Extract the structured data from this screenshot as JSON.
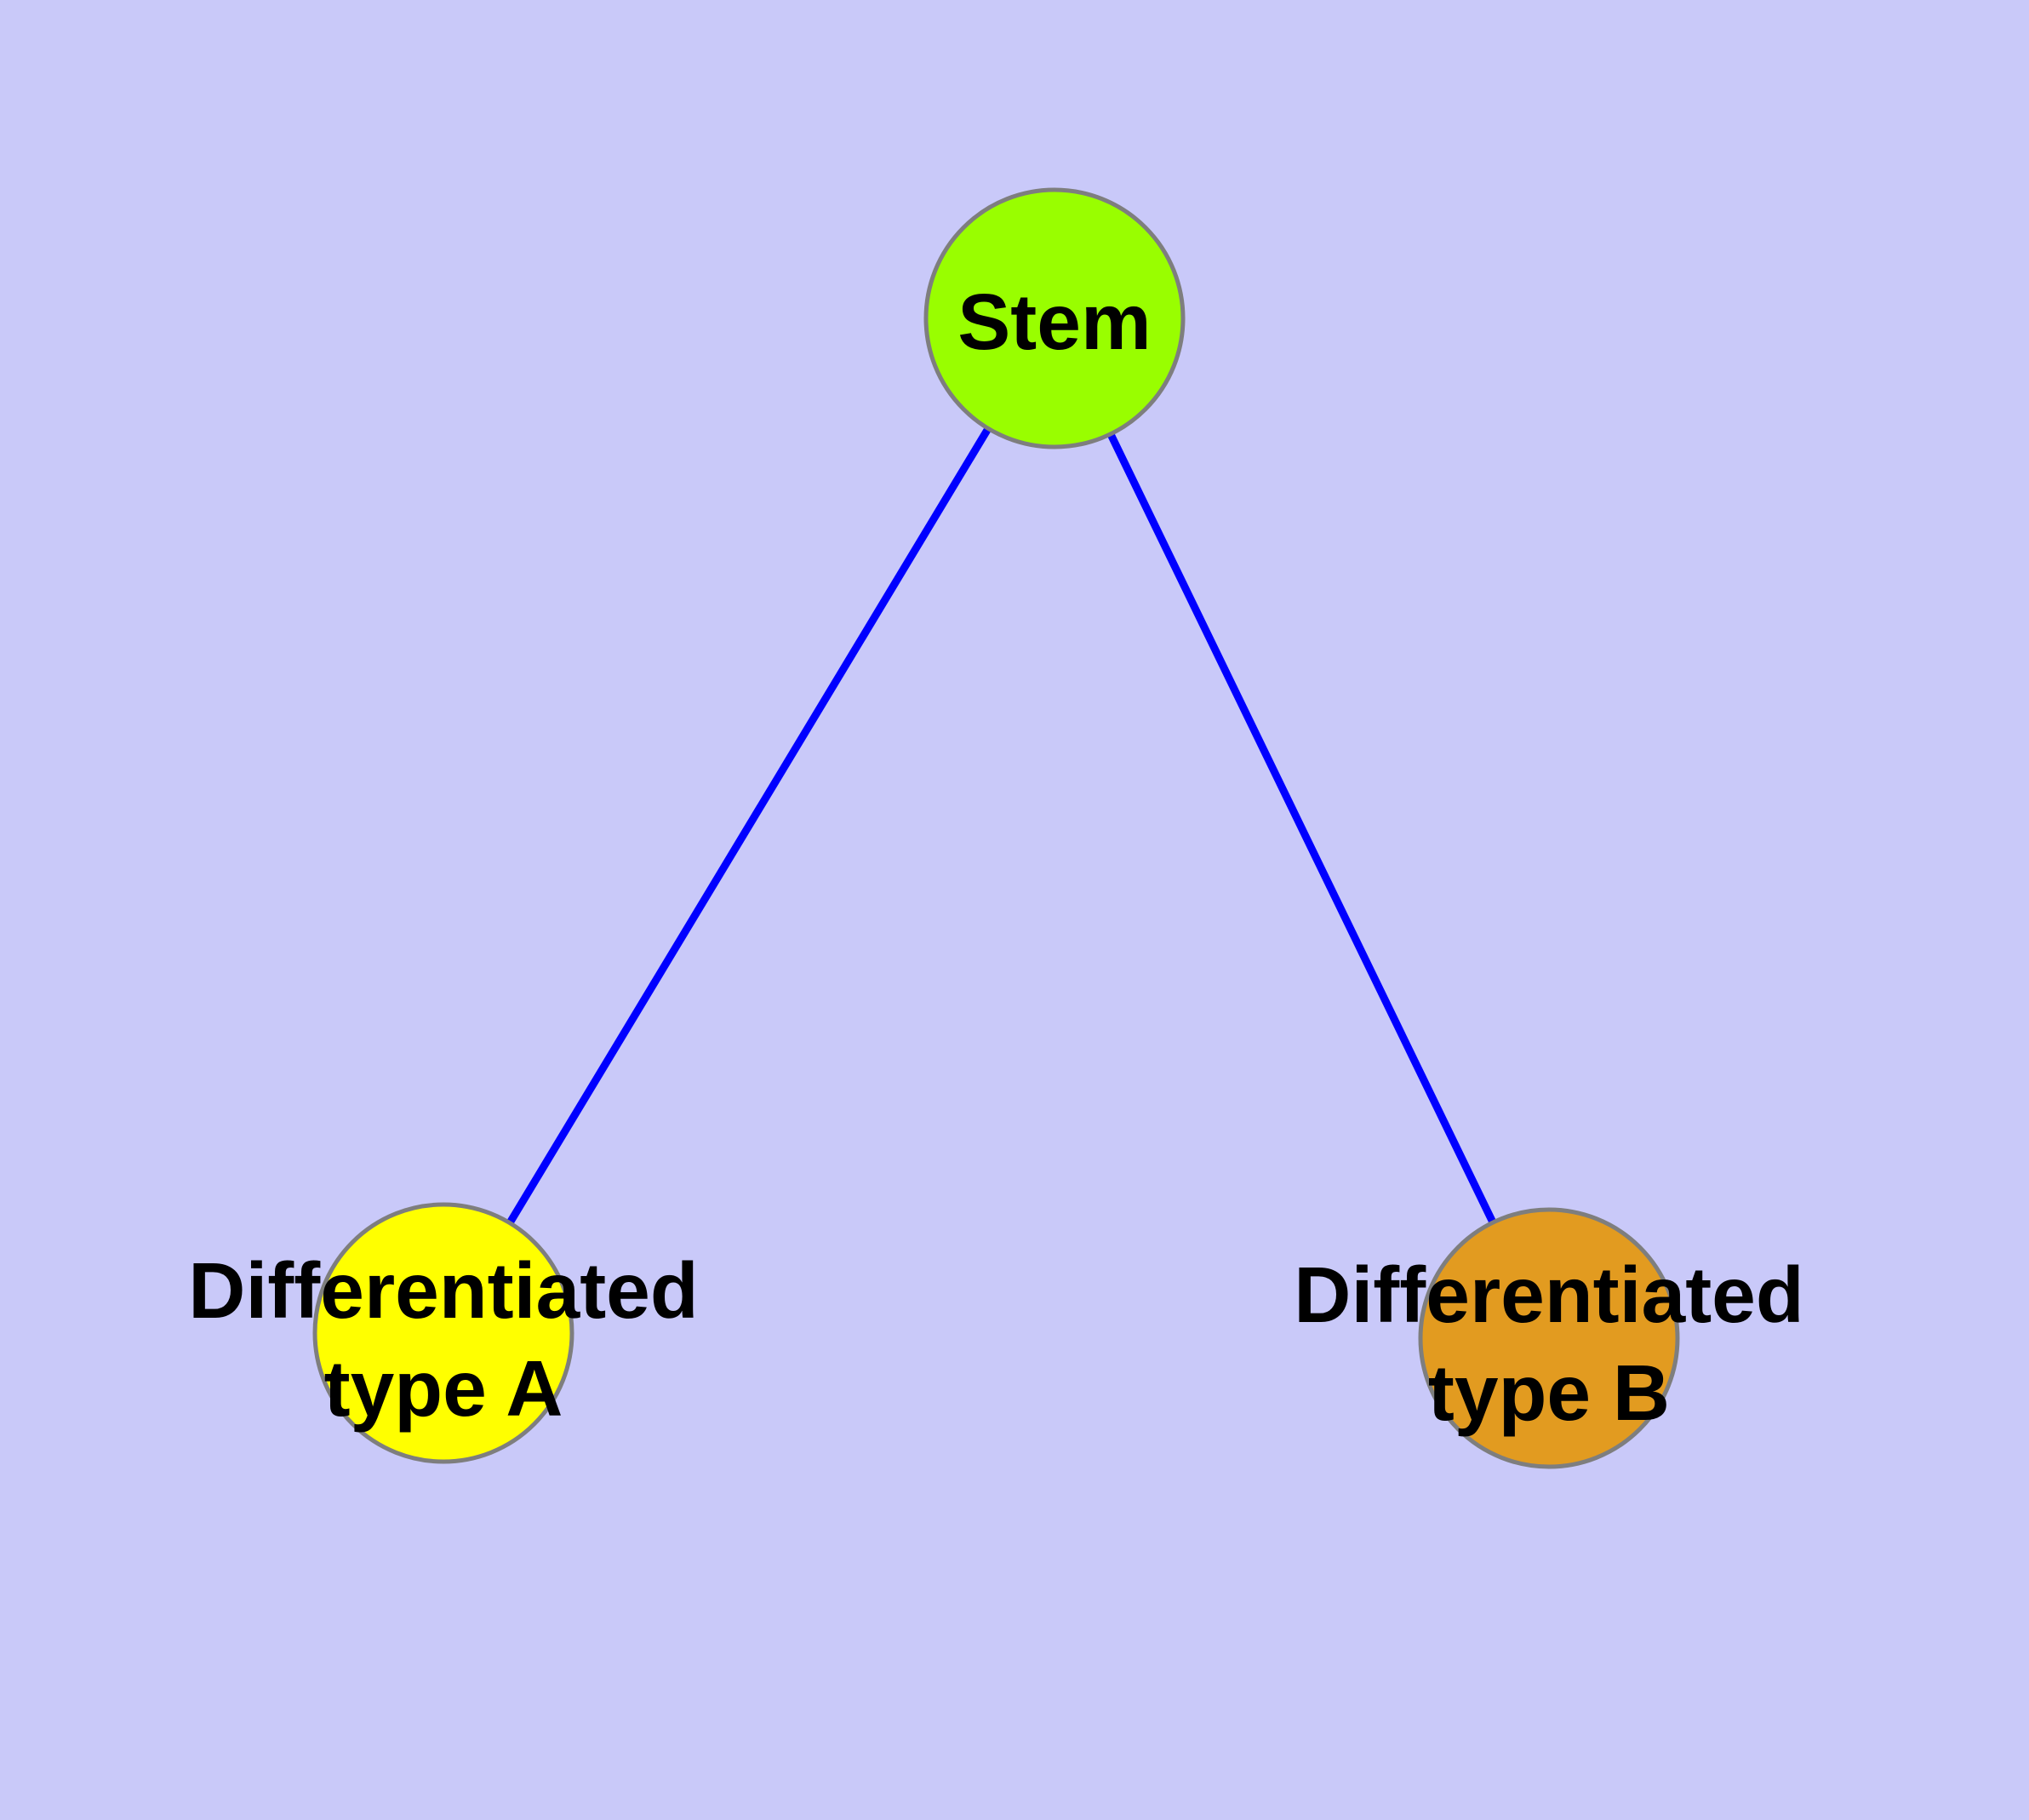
{
  "diagram": {
    "title": "Stem cell differentiation diagram",
    "background_color": "#C9C9F9",
    "edge_color": "#0000FF",
    "node_border_color": "#7E7E7E",
    "label_color": "#000000",
    "nodes": [
      {
        "id": "stem",
        "label": "Stem",
        "line1": "Stem",
        "line2": "",
        "color": "#99FE00"
      },
      {
        "id": "typeA",
        "label": "Differentiated type A",
        "line1": "Differentiated",
        "line2": "type A",
        "color": "#FFFF00"
      },
      {
        "id": "typeB",
        "label": "Differentiated type B",
        "line1": "Differentiated",
        "line2": "type B",
        "color": "#E29B20"
      }
    ],
    "edges": [
      {
        "from": "Stem",
        "to": "Differentiated type A"
      },
      {
        "from": "Stem",
        "to": "Differentiated type B"
      }
    ]
  }
}
